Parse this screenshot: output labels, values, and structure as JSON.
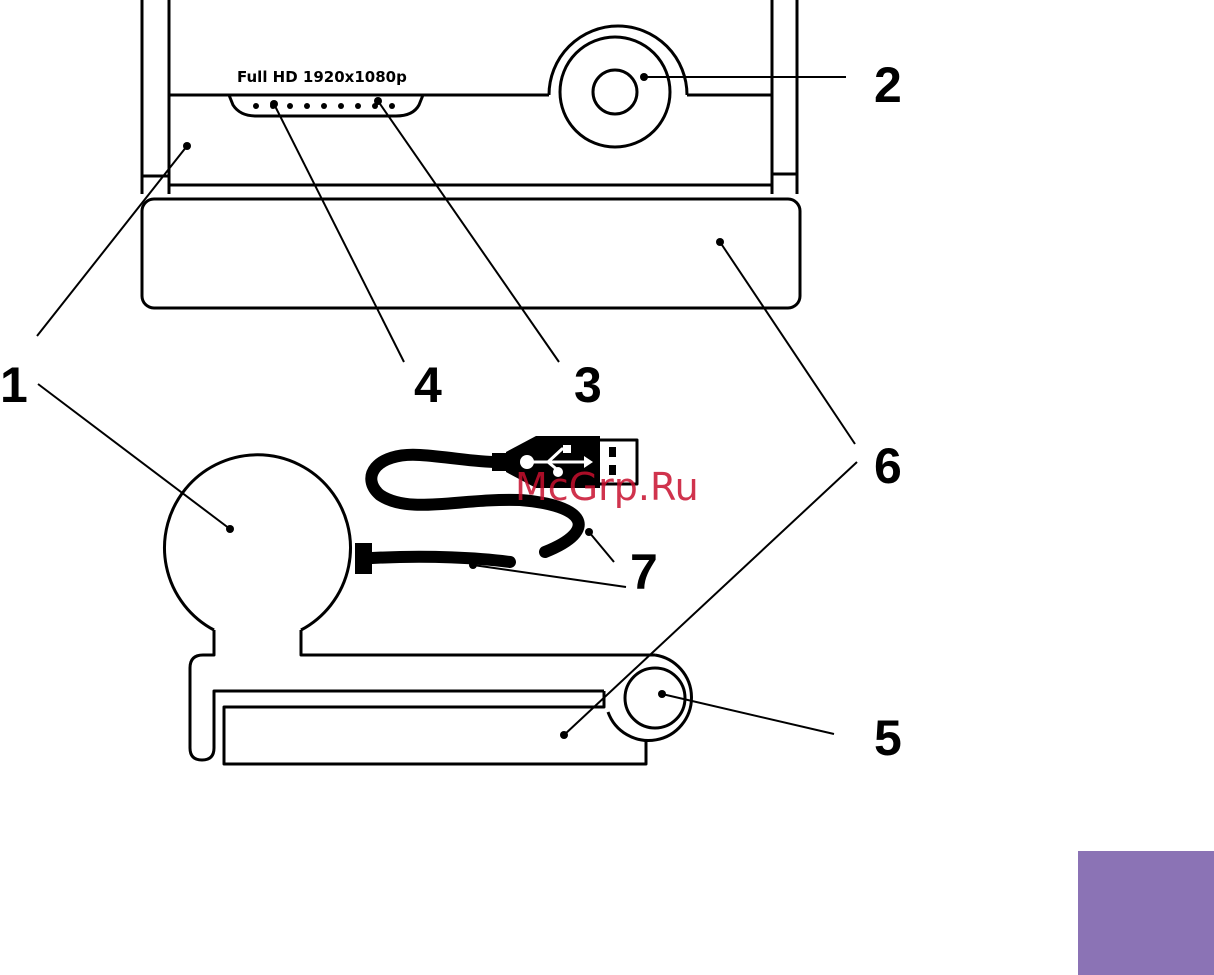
{
  "spec_label": "Full HD 1920x1080p",
  "callouts": {
    "c1": "1",
    "c2": "2",
    "c3": "3",
    "c4": "4",
    "c5": "5",
    "c6": "6",
    "c7": "7"
  },
  "watermark": "McGrp.Ru",
  "colors": {
    "outline": "#000000",
    "corner_tab": "#8b73b5",
    "watermark": "#c8102e"
  }
}
